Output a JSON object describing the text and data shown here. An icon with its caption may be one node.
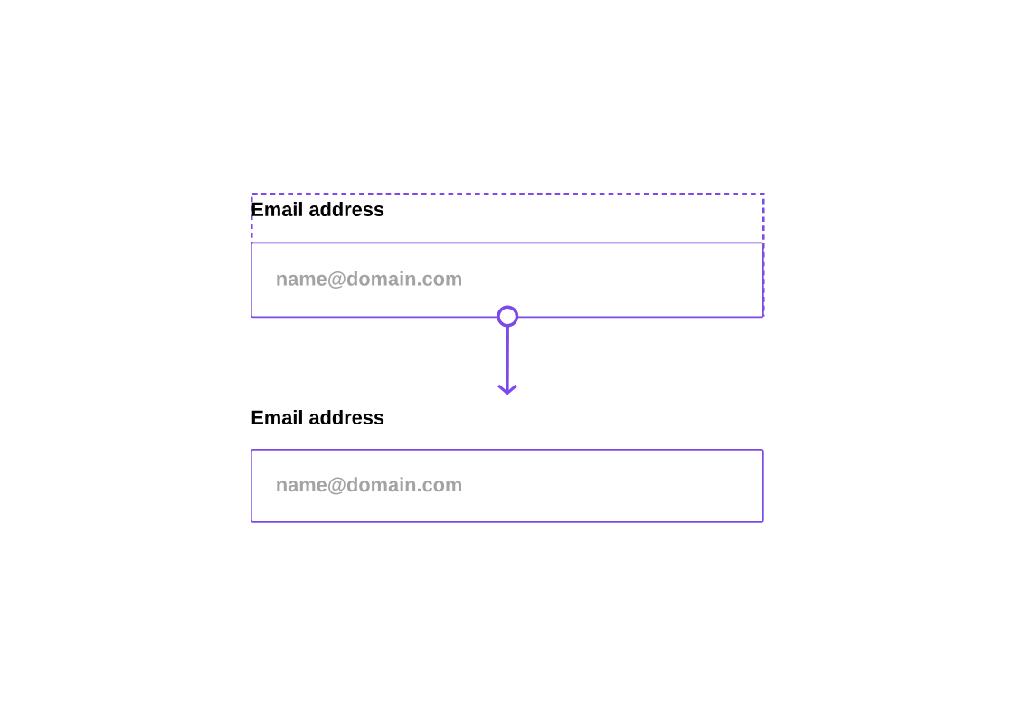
{
  "diagram": {
    "nodes": [
      {
        "text": [
          "Email address"
        ]
      },
      {
        "text": [
          "name@domain.com"
        ],
        "in": 0
      },
      {
        "text": [
          "Email address",
          "name@domain.com"
        ]
      }
    ],
    "edges": [
      {
        "from": 0,
        "to": 2,
        "arrow": "to"
      }
    ]
  }
}
